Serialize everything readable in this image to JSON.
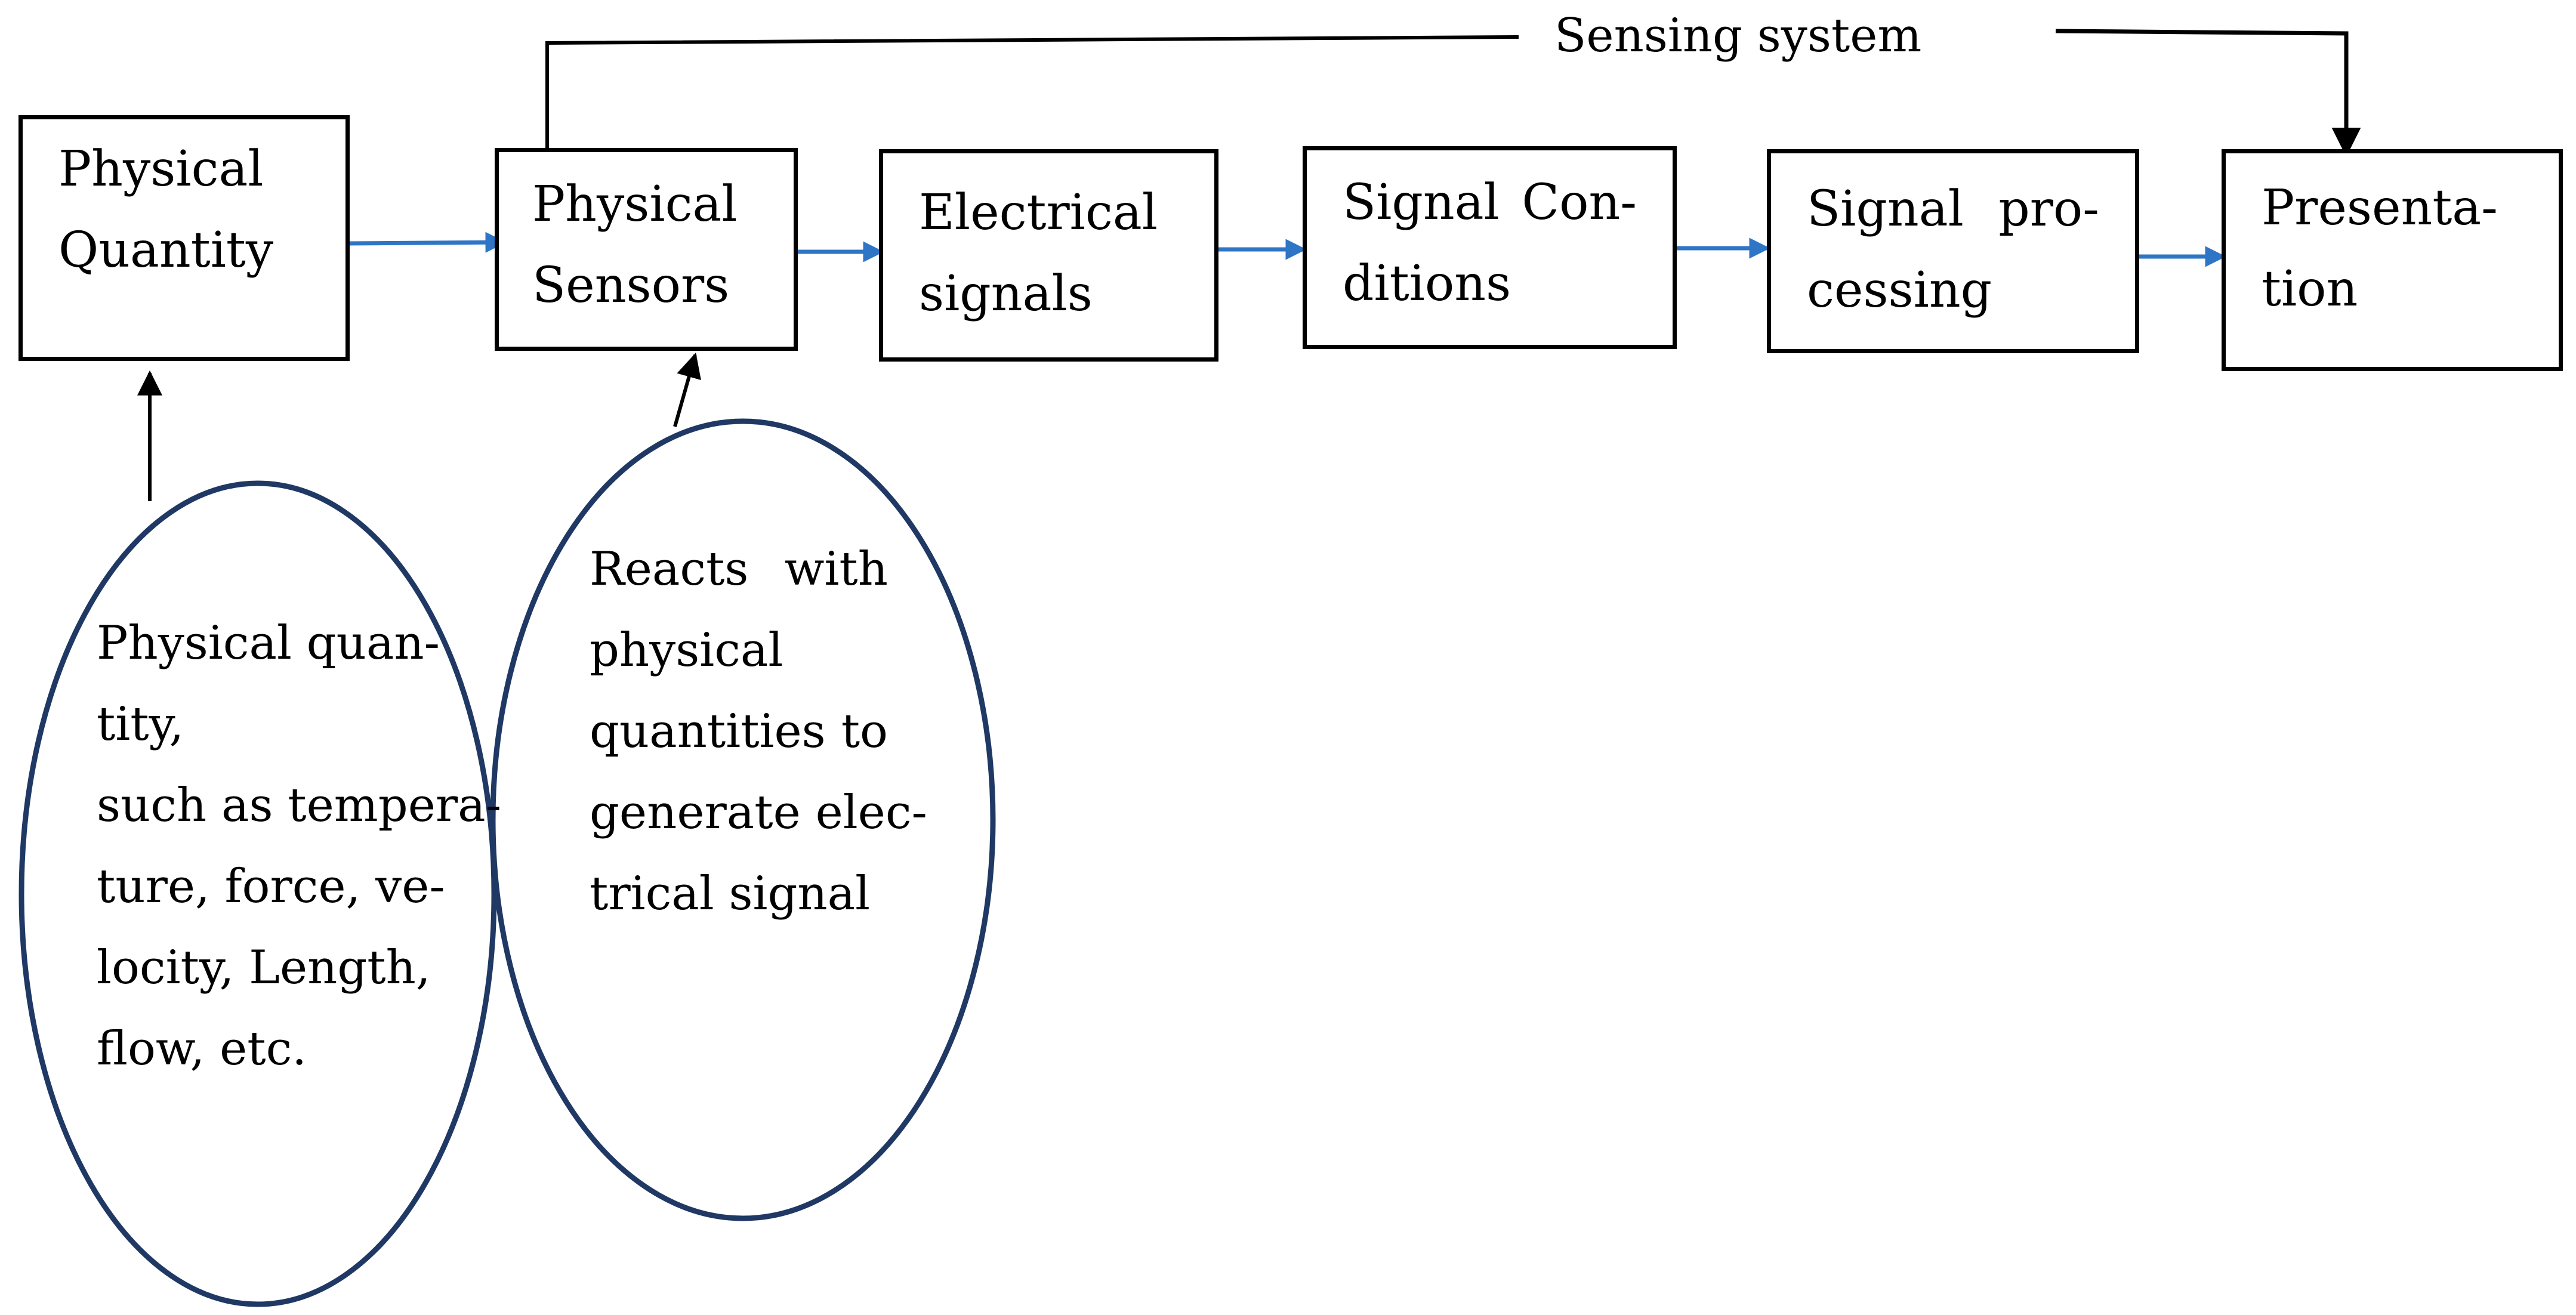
{
  "sensing_system_label": "Sensing system",
  "boxes": {
    "physical_quantity": {
      "line1": "Physical",
      "line2": "Quantity"
    },
    "physical_sensors": {
      "line1": "Physical",
      "line2": "Sensors"
    },
    "electrical_signals": {
      "line1": "Electrical",
      "line2": "signals"
    },
    "signal_conditions": {
      "line1a": "Signal",
      "line1b": "Con-",
      "line2": "ditions"
    },
    "signal_processing": {
      "line1a": "Signal",
      "line1b": "pro-",
      "line2": "cessing"
    },
    "presentation": {
      "line1": "Presenta-",
      "line2": "tion"
    }
  },
  "ellipses": {
    "physical_quantity_note": {
      "lines": [
        "Physical quan-",
        "tity,",
        "such as tempera-",
        "ture, force, ve-",
        "locity, Length,",
        "flow, etc."
      ]
    },
    "sensors_note": {
      "line1a": "Reacts",
      "line1b": "with",
      "line2": "physical",
      "line3a": "quantities",
      "line3b": "to",
      "line4": "generate elec-",
      "line5": "trical signal"
    }
  },
  "colors": {
    "flow_arrow": "#2E75C6",
    "ellipse_stroke": "#1F3864",
    "line": "#000000"
  }
}
